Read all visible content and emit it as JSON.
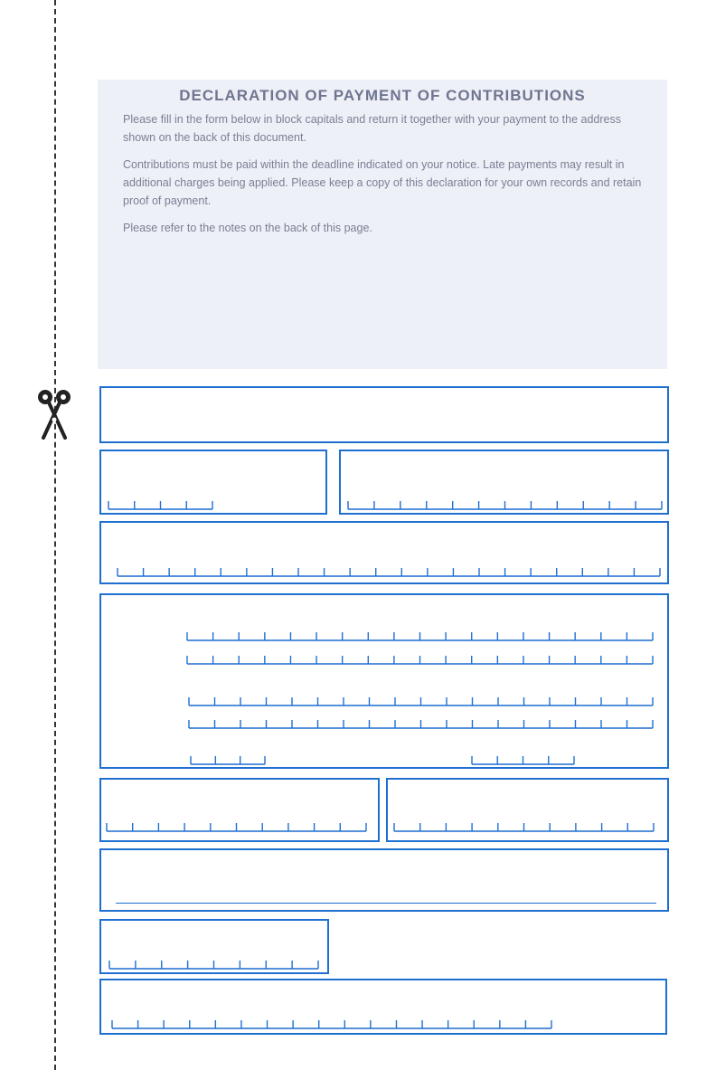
{
  "header": {
    "title": "DECLARATION OF PAYMENT OF CONTRIBUTIONS",
    "paragraphs": [
      "Please fill in the form below in block capitals and return it together with your payment to the address shown on the back of this document.",
      "Contributions must be paid within the deadline indicated on your notice. Late payments may result in additional charges being applied. Please keep a copy of this declaration for your own records and retain proof of payment.",
      "Please refer to the notes on the back of this page."
    ]
  },
  "colors": {
    "accent": "#1f6fd1",
    "panel_bg": "#eef0f7"
  },
  "icons": {
    "cut": "scissors-icon"
  }
}
